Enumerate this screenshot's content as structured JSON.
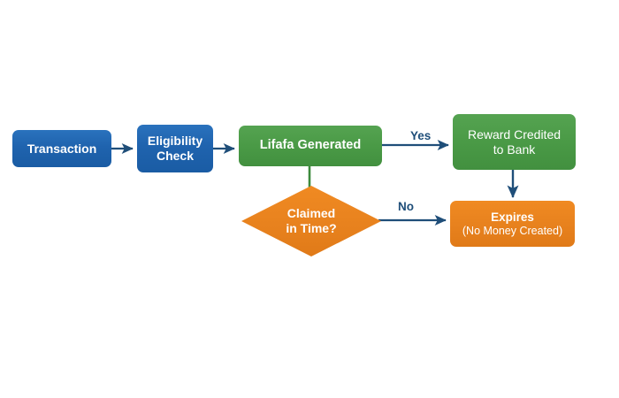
{
  "diagram": {
    "type": "flowchart",
    "title": "",
    "background_color": "#ffffff",
    "palette": {
      "blue": "#1f63ae",
      "green": "#4a9a46",
      "orange": "#e8821e",
      "arrow_blue": "#1f4e79",
      "connector_green": "#3d8b3d",
      "label_text": "#1f4e79",
      "node_text": "#ffffff"
    },
    "nodes": [
      {
        "id": "transaction",
        "label": "Transaction",
        "sublabel": "",
        "shape": "rounded-rect",
        "color": "blue"
      },
      {
        "id": "eligibility-check",
        "label": "Eligibility",
        "sublabel": "Check",
        "shape": "rounded-rect",
        "color": "blue"
      },
      {
        "id": "lifafa-generated",
        "label": "Lifafa Generated",
        "sublabel": "",
        "shape": "rounded-rect",
        "color": "green"
      },
      {
        "id": "reward-credited",
        "label": "Reward Credited",
        "sublabel": "to Bank",
        "shape": "rounded-rect",
        "color": "green"
      },
      {
        "id": "claimed-in-time",
        "label": "Claimed",
        "sublabel": "in Time?",
        "shape": "diamond",
        "color": "orange"
      },
      {
        "id": "expires",
        "label": "Expires",
        "sublabel": "(No Money Created)",
        "shape": "rounded-rect",
        "color": "orange"
      }
    ],
    "edges": [
      {
        "id": "transaction-to-eligibility",
        "from": "transaction",
        "to": "eligibility-check",
        "label": "",
        "style": "arrow",
        "color": "#1f4e79"
      },
      {
        "id": "eligibility-to-lifafa",
        "from": "eligibility-check",
        "to": "lifafa-generated",
        "label": "",
        "style": "arrow",
        "color": "#1f4e79"
      },
      {
        "id": "lifafa-to-reward",
        "from": "lifafa-generated",
        "to": "reward-credited",
        "label": "Yes",
        "style": "arrow",
        "color": "#1f4e79"
      },
      {
        "id": "lifafa-to-claimed",
        "from": "lifafa-generated",
        "to": "claimed-in-time",
        "label": "",
        "style": "line",
        "color": "#3d8b3d"
      },
      {
        "id": "claimed-to-expires",
        "from": "claimed-in-time",
        "to": "expires",
        "label": "No",
        "style": "arrow",
        "color": "#1f4e79"
      },
      {
        "id": "reward-to-expires",
        "from": "reward-credited",
        "to": "expires",
        "label": "",
        "style": "arrow",
        "color": "#1f4e79"
      }
    ]
  }
}
